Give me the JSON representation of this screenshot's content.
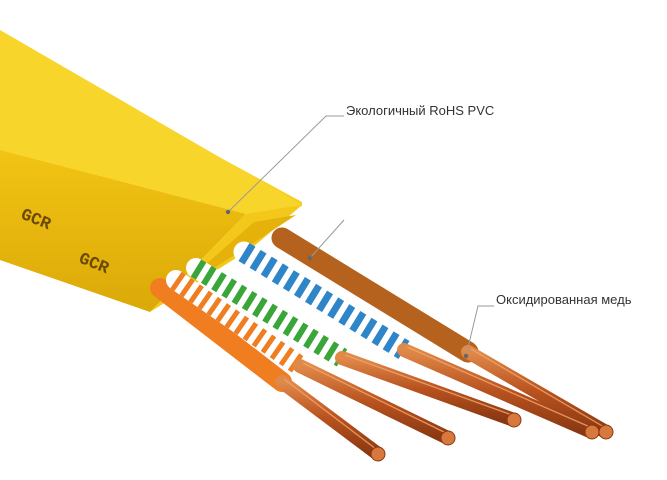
{
  "labels": {
    "jacket": "Экологичный RoHS PVC",
    "conductor": "Оксидированная медь"
  },
  "brand_marks": [
    "GCR",
    "GCR"
  ],
  "colors": {
    "jacket": "#f7d21e",
    "jacket_shadow": "#e8b90c",
    "jacket_top": "#fbe04a",
    "copper": "#c8612a",
    "callout_line": "#9a9a9a",
    "brand_text": "#6b4a05"
  },
  "wires": [
    {
      "name": "orange-pair-solid",
      "color": "#f07d1f",
      "striped": false
    },
    {
      "name": "orange-white-stripe",
      "color": "#f07d1f",
      "striped": true
    },
    {
      "name": "green-white-stripe",
      "color": "#3aa63a",
      "striped": true
    },
    {
      "name": "blue-white-stripe",
      "color": "#2e86c9",
      "striped": true
    },
    {
      "name": "brown-solid",
      "color": "#b5621f",
      "striped": false
    }
  ]
}
